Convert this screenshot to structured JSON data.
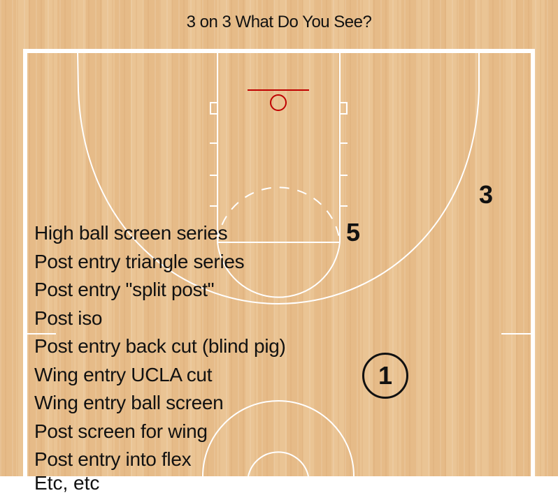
{
  "title": "3 on 3 What Do You See?",
  "plays": [
    "High ball screen series",
    "Post entry triangle series",
    "Post entry \"split post\"",
    "Post iso",
    "Post entry back cut (blind pig)",
    "Wing entry UCLA cut",
    "Wing entry ball screen",
    "Post screen for wing",
    "Post entry into flex"
  ],
  "footer_text": "Etc, etc",
  "players": {
    "p1": "1",
    "p3": "3",
    "p5": "5"
  },
  "colors": {
    "court_wood": "#e8bf8d",
    "court_lines": "#ffffff",
    "hoop": "#c00000",
    "text": "#111111"
  }
}
